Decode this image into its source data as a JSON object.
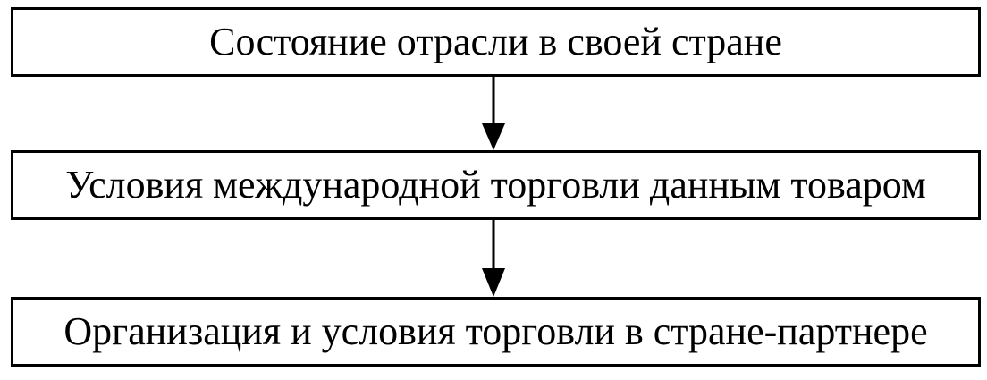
{
  "diagram": {
    "nodes": [
      {
        "id": "n1",
        "label": "Состояние отрасли в своей стране"
      },
      {
        "id": "n2",
        "label": "Условия международной торговли данным товаром"
      },
      {
        "id": "n3",
        "label": "Организация и условия торговли в стране-партнере"
      }
    ],
    "edges": [
      {
        "from": "n1",
        "to": "n2"
      },
      {
        "from": "n2",
        "to": "n3"
      }
    ],
    "colors": {
      "stroke": "#000000",
      "background": "#ffffff"
    }
  }
}
